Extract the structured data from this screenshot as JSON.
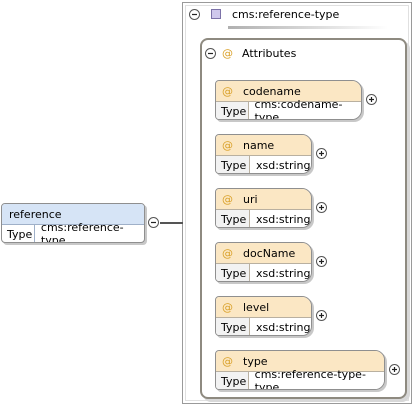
{
  "complex_type": {
    "name": "cms:reference-type",
    "toggle_symbol": "⊖"
  },
  "attribute_group": {
    "label": "Attributes",
    "marker": "@",
    "toggle_symbol": "⊖"
  },
  "attributes": [
    {
      "name": "codename",
      "type_key": "Type",
      "type": "cms:codename-type"
    },
    {
      "name": "name",
      "type_key": "Type",
      "type": "xsd:string"
    },
    {
      "name": "uri",
      "type_key": "Type",
      "type": "xsd:string"
    },
    {
      "name": "docName",
      "type_key": "Type",
      "type": "xsd:string"
    },
    {
      "name": "level",
      "type_key": "Type",
      "type": "xsd:string"
    },
    {
      "name": "type",
      "type_key": "Type",
      "type": "cms:reference-type-type"
    }
  ],
  "element": {
    "name": "reference",
    "type_key": "Type",
    "type": "cms:reference-type"
  },
  "colors": {
    "attribute_header": "#fbe7c4",
    "element_header": "#d6e4f6",
    "at_marker": "#d9a028"
  },
  "icons": {
    "collapse": "minus-circle-icon",
    "expand": "plus-circle-icon",
    "complex_type": "complex-type-icon"
  }
}
